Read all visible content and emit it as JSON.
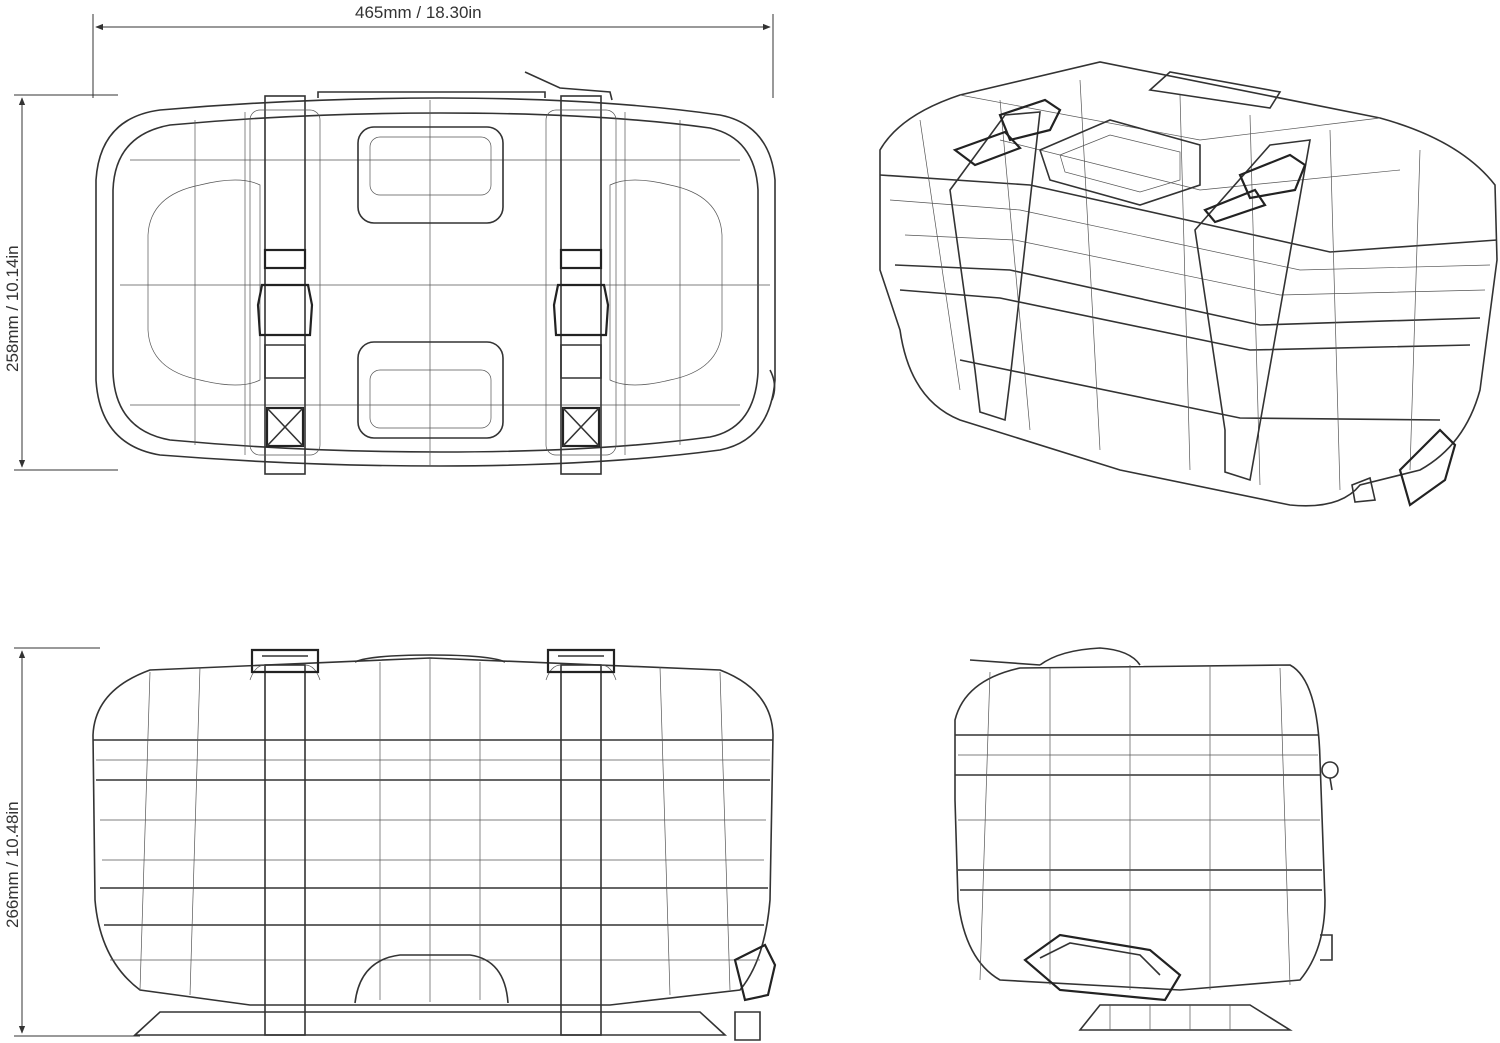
{
  "dimensions": {
    "width": "465mm / 18.30in",
    "depth": "258mm / 10.14in",
    "height": "266mm / 10.48in"
  },
  "views": [
    "top-view",
    "perspective-view",
    "front-view",
    "side-view"
  ],
  "colors": {
    "line": "#333333",
    "background": "#ffffff"
  }
}
